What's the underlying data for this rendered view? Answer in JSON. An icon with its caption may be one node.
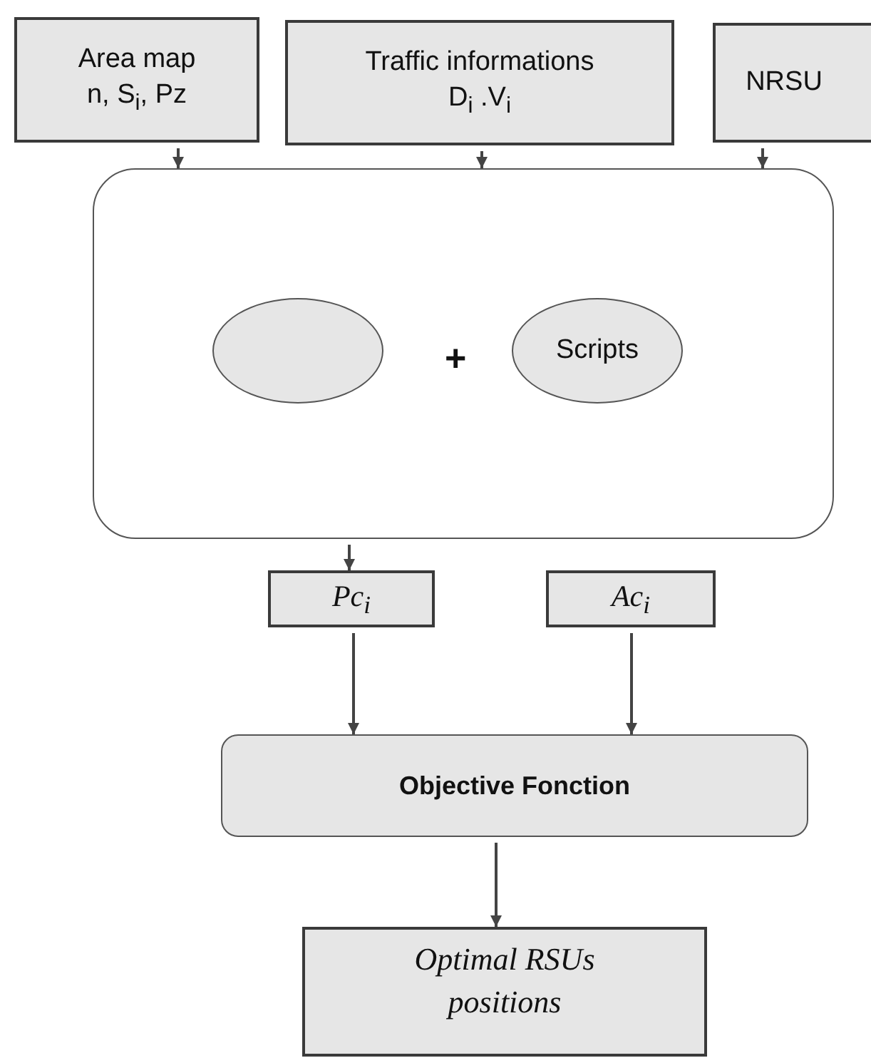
{
  "diagram": {
    "nodes": [
      {
        "text": [
          "Area map",
          "n, S$_{i}$, Pz"
        ]
      },
      {
        "text": [
          "Traffic informations",
          "D$_{i}$ .V$_{i}$"
        ]
      },
      {
        "text": [
          "NRSU"
        ]
      },
      {
        "text": [],
        "shape": "box"
      },
      {
        "text": [],
        "shape": "ellipse",
        "in": 3
      },
      {
        "text": [
          "Scripts"
        ],
        "in": 3
      },
      {
        "text": [
          "Pc$_{i}$"
        ]
      },
      {
        "text": [
          "Ac$_{i}$"
        ]
      },
      {
        "text": [
          "Objective Fonction"
        ]
      },
      {
        "text": [
          "Optimal RSUs positions"
        ]
      }
    ],
    "edges": [
      {
        "from": 0,
        "to": 3,
        "arrow": "to"
      },
      {
        "from": 1,
        "to": 3,
        "arrow": "to"
      },
      {
        "from": 2,
        "to": 3,
        "arrow": "to"
      },
      {
        "from": 3,
        "to": 6,
        "arrow": "to"
      },
      {
        "from": 6,
        "to": 8,
        "arrow": "to"
      },
      {
        "from": 7,
        "to": 8,
        "arrow": "to"
      },
      {
        "from": 8,
        "to": 9,
        "arrow": "to"
      }
    ],
    "labels": [
      "+"
    ]
  }
}
